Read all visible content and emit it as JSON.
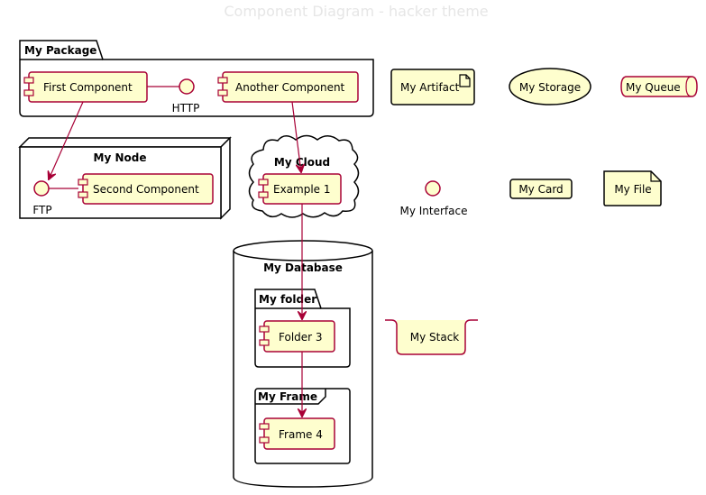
{
  "title": "Component Diagram - hacker theme",
  "colors": {
    "component_fill": "#FEFECE",
    "component_stroke": "#A80036",
    "arrow": "#A80036",
    "container_stroke": "#000000",
    "title": "#E6E6E6"
  },
  "containers": {
    "package": "My Package",
    "node": "My Node",
    "cloud": "My Cloud",
    "database": "My Database",
    "folder": "My folder",
    "frame": "My Frame"
  },
  "components": {
    "first": "First Component",
    "another": "Another Component",
    "second": "Second Component",
    "example1": "Example 1",
    "folder3": "Folder 3",
    "frame4": "Frame 4"
  },
  "interfaces": {
    "http": "HTTP",
    "ftp": "FTP",
    "my_interface": "My Interface"
  },
  "elements": {
    "artifact": "My Artifact",
    "storage": "My Storage",
    "queue": "My Queue",
    "card": "My Card",
    "file": "My File",
    "stack": "My Stack"
  }
}
